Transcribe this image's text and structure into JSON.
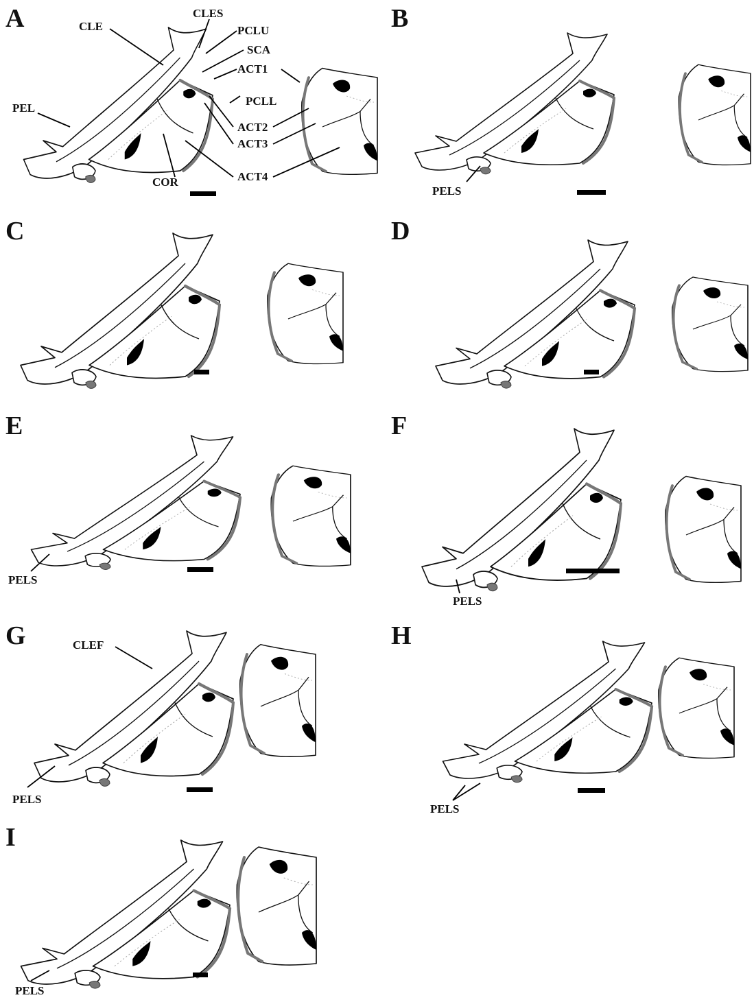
{
  "figure": {
    "panels": [
      {
        "id": "A",
        "letter": "A",
        "labels": {
          "cle": "CLE",
          "cles": "CLES",
          "pclu": "PCLU",
          "sca": "SCA",
          "act1": "ACT1",
          "pel": "PEL",
          "pcll": "PCLL",
          "act2": "ACT2",
          "act3": "ACT3",
          "act4": "ACT4",
          "cor": "COR"
        }
      },
      {
        "id": "B",
        "letter": "B",
        "labels": {
          "pels": "PELS"
        }
      },
      {
        "id": "C",
        "letter": "C",
        "labels": {}
      },
      {
        "id": "D",
        "letter": "D",
        "labels": {}
      },
      {
        "id": "E",
        "letter": "E",
        "labels": {
          "pels": "PELS"
        }
      },
      {
        "id": "F",
        "letter": "F",
        "labels": {
          "pels": "PELS"
        }
      },
      {
        "id": "G",
        "letter": "G",
        "labels": {
          "clef": "CLEF",
          "pels": "PELS"
        }
      },
      {
        "id": "H",
        "letter": "H",
        "labels": {
          "pels": "PELS"
        }
      },
      {
        "id": "I",
        "letter": "I",
        "labels": {
          "pels": "PELS"
        }
      }
    ],
    "colors": {
      "outline": "#111111",
      "cartilage": "#777777",
      "foramen": "#000000",
      "background": "#ffffff"
    }
  }
}
